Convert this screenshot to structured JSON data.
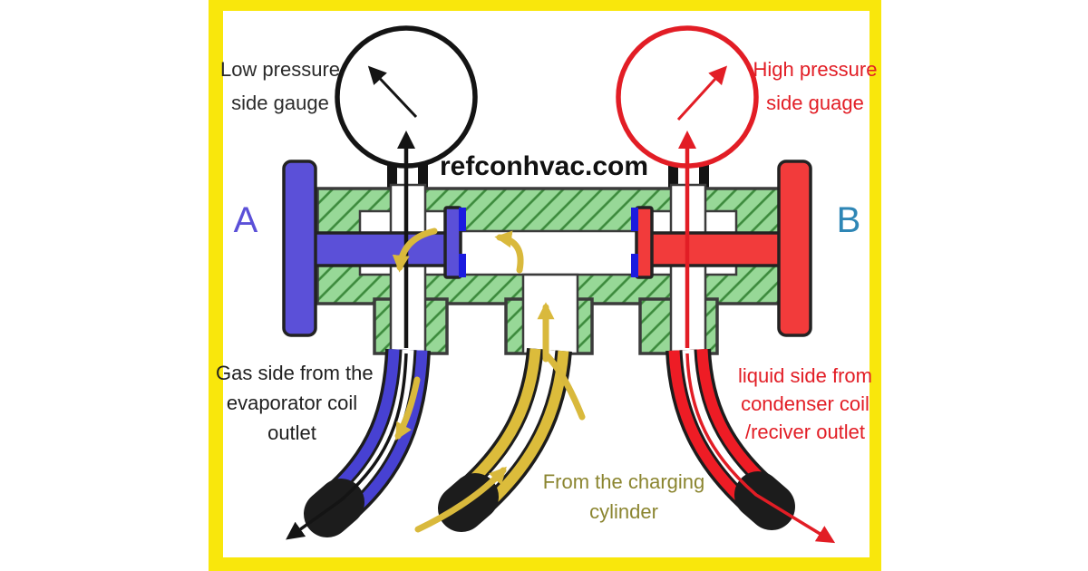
{
  "frame": {
    "border_color": "#f9e70c",
    "background_color": "#ffffff"
  },
  "watermark": {
    "text": "refconhvac.com",
    "color": "#111111"
  },
  "gauges": {
    "low": {
      "label_lines": [
        "Low pressure",
        "side gauge"
      ],
      "ring_color": "#141414",
      "text_color": "#2b2b2b"
    },
    "high": {
      "label_lines": [
        "High pressure",
        "side guage"
      ],
      "ring_color": "#e21d25",
      "text_color": "#e21d25"
    }
  },
  "manifold": {
    "body_color": "#97d897",
    "hatch_color": "#3c8a3c",
    "outline_color": "#3b3b3b"
  },
  "valves": {
    "left": {
      "letter": "A",
      "handle_color": "#5b50d8",
      "letter_color": "#5b50d8",
      "seat_color": "#1b1bdf"
    },
    "right": {
      "letter": "B",
      "handle_color": "#f23b3b",
      "letter_color": "#2e86b5",
      "seat_color": "#1b1bdf"
    }
  },
  "hoses": {
    "gas": {
      "label_lines": [
        "Gas side from the",
        "evaporator coil",
        "outlet"
      ],
      "color": "#4741d2",
      "text_color": "#1f1f1f"
    },
    "charging": {
      "label_lines": [
        "From the charging",
        "cylinder"
      ],
      "color": "#dcbc3b",
      "text_color": "#8b8530"
    },
    "liquid": {
      "label_lines": [
        "liquid side from",
        "condenser coil",
        "/reciver outlet"
      ],
      "color": "#ee1c25",
      "text_color": "#e21d25"
    }
  },
  "flow": {
    "arrow_color": "#d9b93c"
  }
}
